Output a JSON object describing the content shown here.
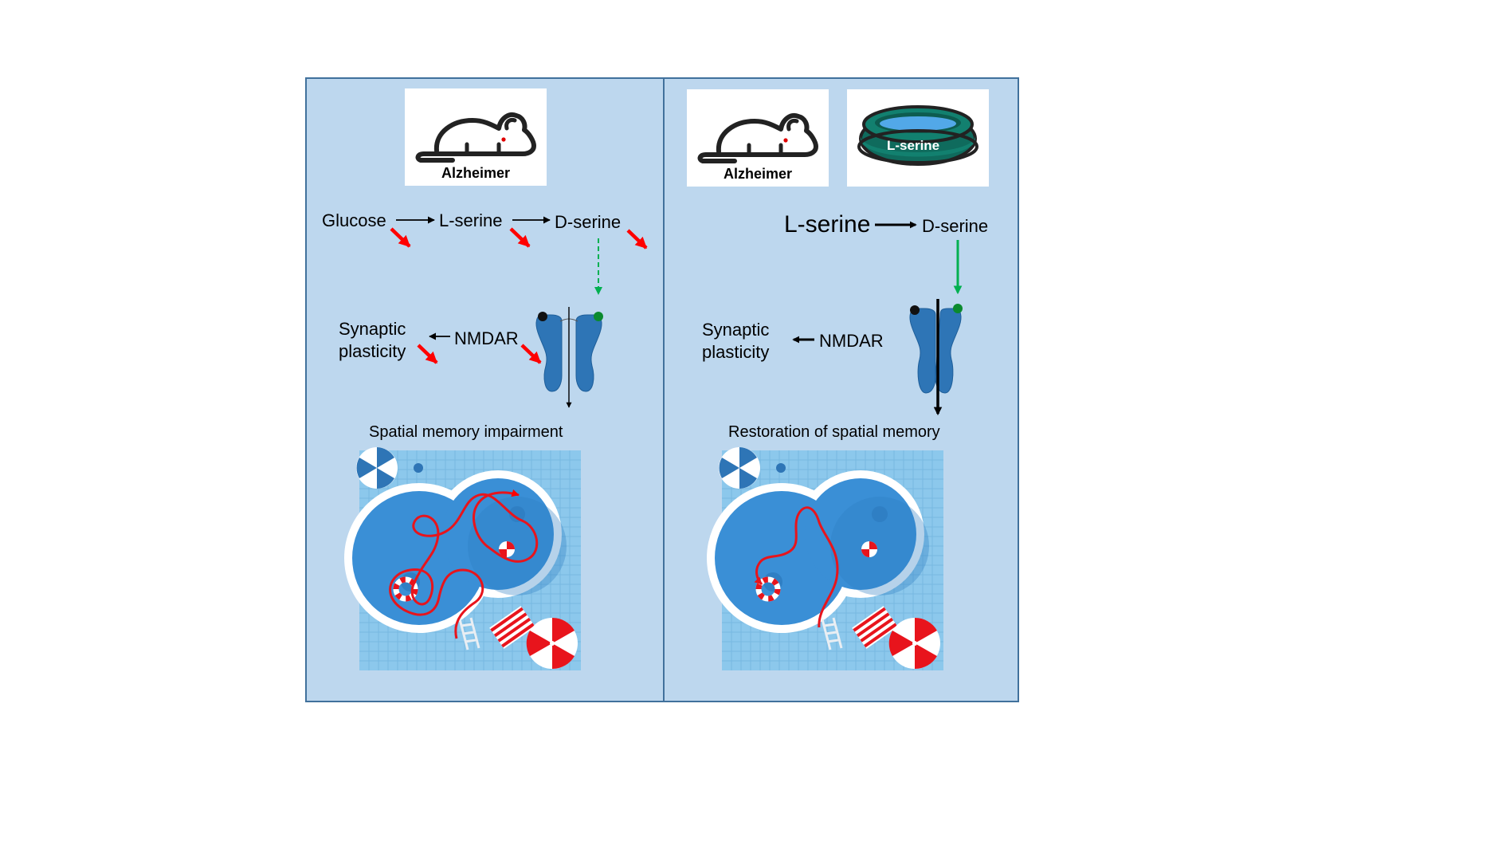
{
  "left_panel": {
    "mouse_caption": "Alzheimer",
    "pathway": {
      "glucose": "Glucose",
      "l_serine": "L-serine",
      "d_serine": "D-serine"
    },
    "synaptic_line1": "Synaptic",
    "synaptic_line2": "plasticity",
    "receptor": "NMDAR",
    "outcome": "Spatial memory impairment"
  },
  "right_panel": {
    "mouse_caption": "Alzheimer",
    "bowl_label": "L-serine",
    "pathway": {
      "l_serine": "L-serine",
      "d_serine": "D-serine"
    },
    "synaptic_line1": "Synaptic",
    "synaptic_line2": "plasticity",
    "receptor": "NMDAR",
    "outcome": "Restoration of spatial memory"
  },
  "colors": {
    "panel_background": "#bdd7ee",
    "panel_border": "#41719c",
    "decrease_arrow": "#ff0000",
    "dserine_arrow": "#00b050",
    "receptor": "#2e75b6",
    "bowl": "#12806f",
    "pool_water": "#3a8fd6",
    "swim_path": "#e8141c"
  },
  "icons": [
    "mouse-icon",
    "food-bowl-icon",
    "nmda-receptor-icon",
    "water-maze-icon",
    "decrease-arrow-icon"
  ]
}
